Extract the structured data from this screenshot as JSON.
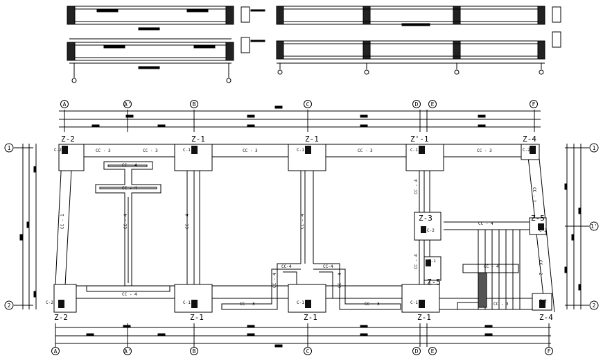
{
  "drawing": {
    "top_axis_labels": [
      "A",
      "A'",
      "B",
      "C",
      "D",
      "E",
      "F"
    ],
    "bottom_axis_labels": [
      "A",
      "A'",
      "B",
      "C",
      "D",
      "E",
      "F"
    ],
    "left_axis_labels": [
      "1",
      "2"
    ],
    "right_axis_labels": [
      "1",
      "1'",
      "2"
    ],
    "footing_labels": {
      "top_a": "Z-2",
      "top_b": "Z-1",
      "top_c": "Z-1",
      "top_d": "Z'-1",
      "top_f": "Z-4",
      "mid_d": "Z-3",
      "mid_f": "Z-5",
      "low_d": "Z-5",
      "bot_a": "Z-2",
      "bot_b": "Z-1",
      "bot_c": "Z-1",
      "bot_d": "Z-1",
      "bot_f": "Z-4"
    },
    "beam_labels": {
      "t1": "CC - 3",
      "t2": "CC - 3",
      "t3": "CC - 3",
      "t4": "CC - 3",
      "t5": "CC - 3",
      "b1": "CC - 4",
      "b2": "CC - 3",
      "b3": "CC - 3",
      "b4": "CC - 3",
      "v1": "CC - 1",
      "v2": "CC - 4",
      "v3": "CC - 4",
      "v4": "CC - 4",
      "v5": "CC - 4",
      "v6": "CC - 4",
      "v7": "CC - 1",
      "v8": "CC - 2",
      "x1": "CC - 4",
      "x2": "CC - 4",
      "x3": "CC - 4",
      "x4": "CC - 4",
      "x5": "CC-4",
      "x6": "CC-4",
      "x7": "CC - 4",
      "x8": "CC - 4"
    },
    "column_tags": [
      "C-2",
      "C-1",
      "C-1",
      "C-1",
      "C-2",
      "C-2",
      "C-1",
      "C-1",
      "C-1",
      "C-1",
      "C-2",
      "C-2",
      "C-2"
    ]
  }
}
